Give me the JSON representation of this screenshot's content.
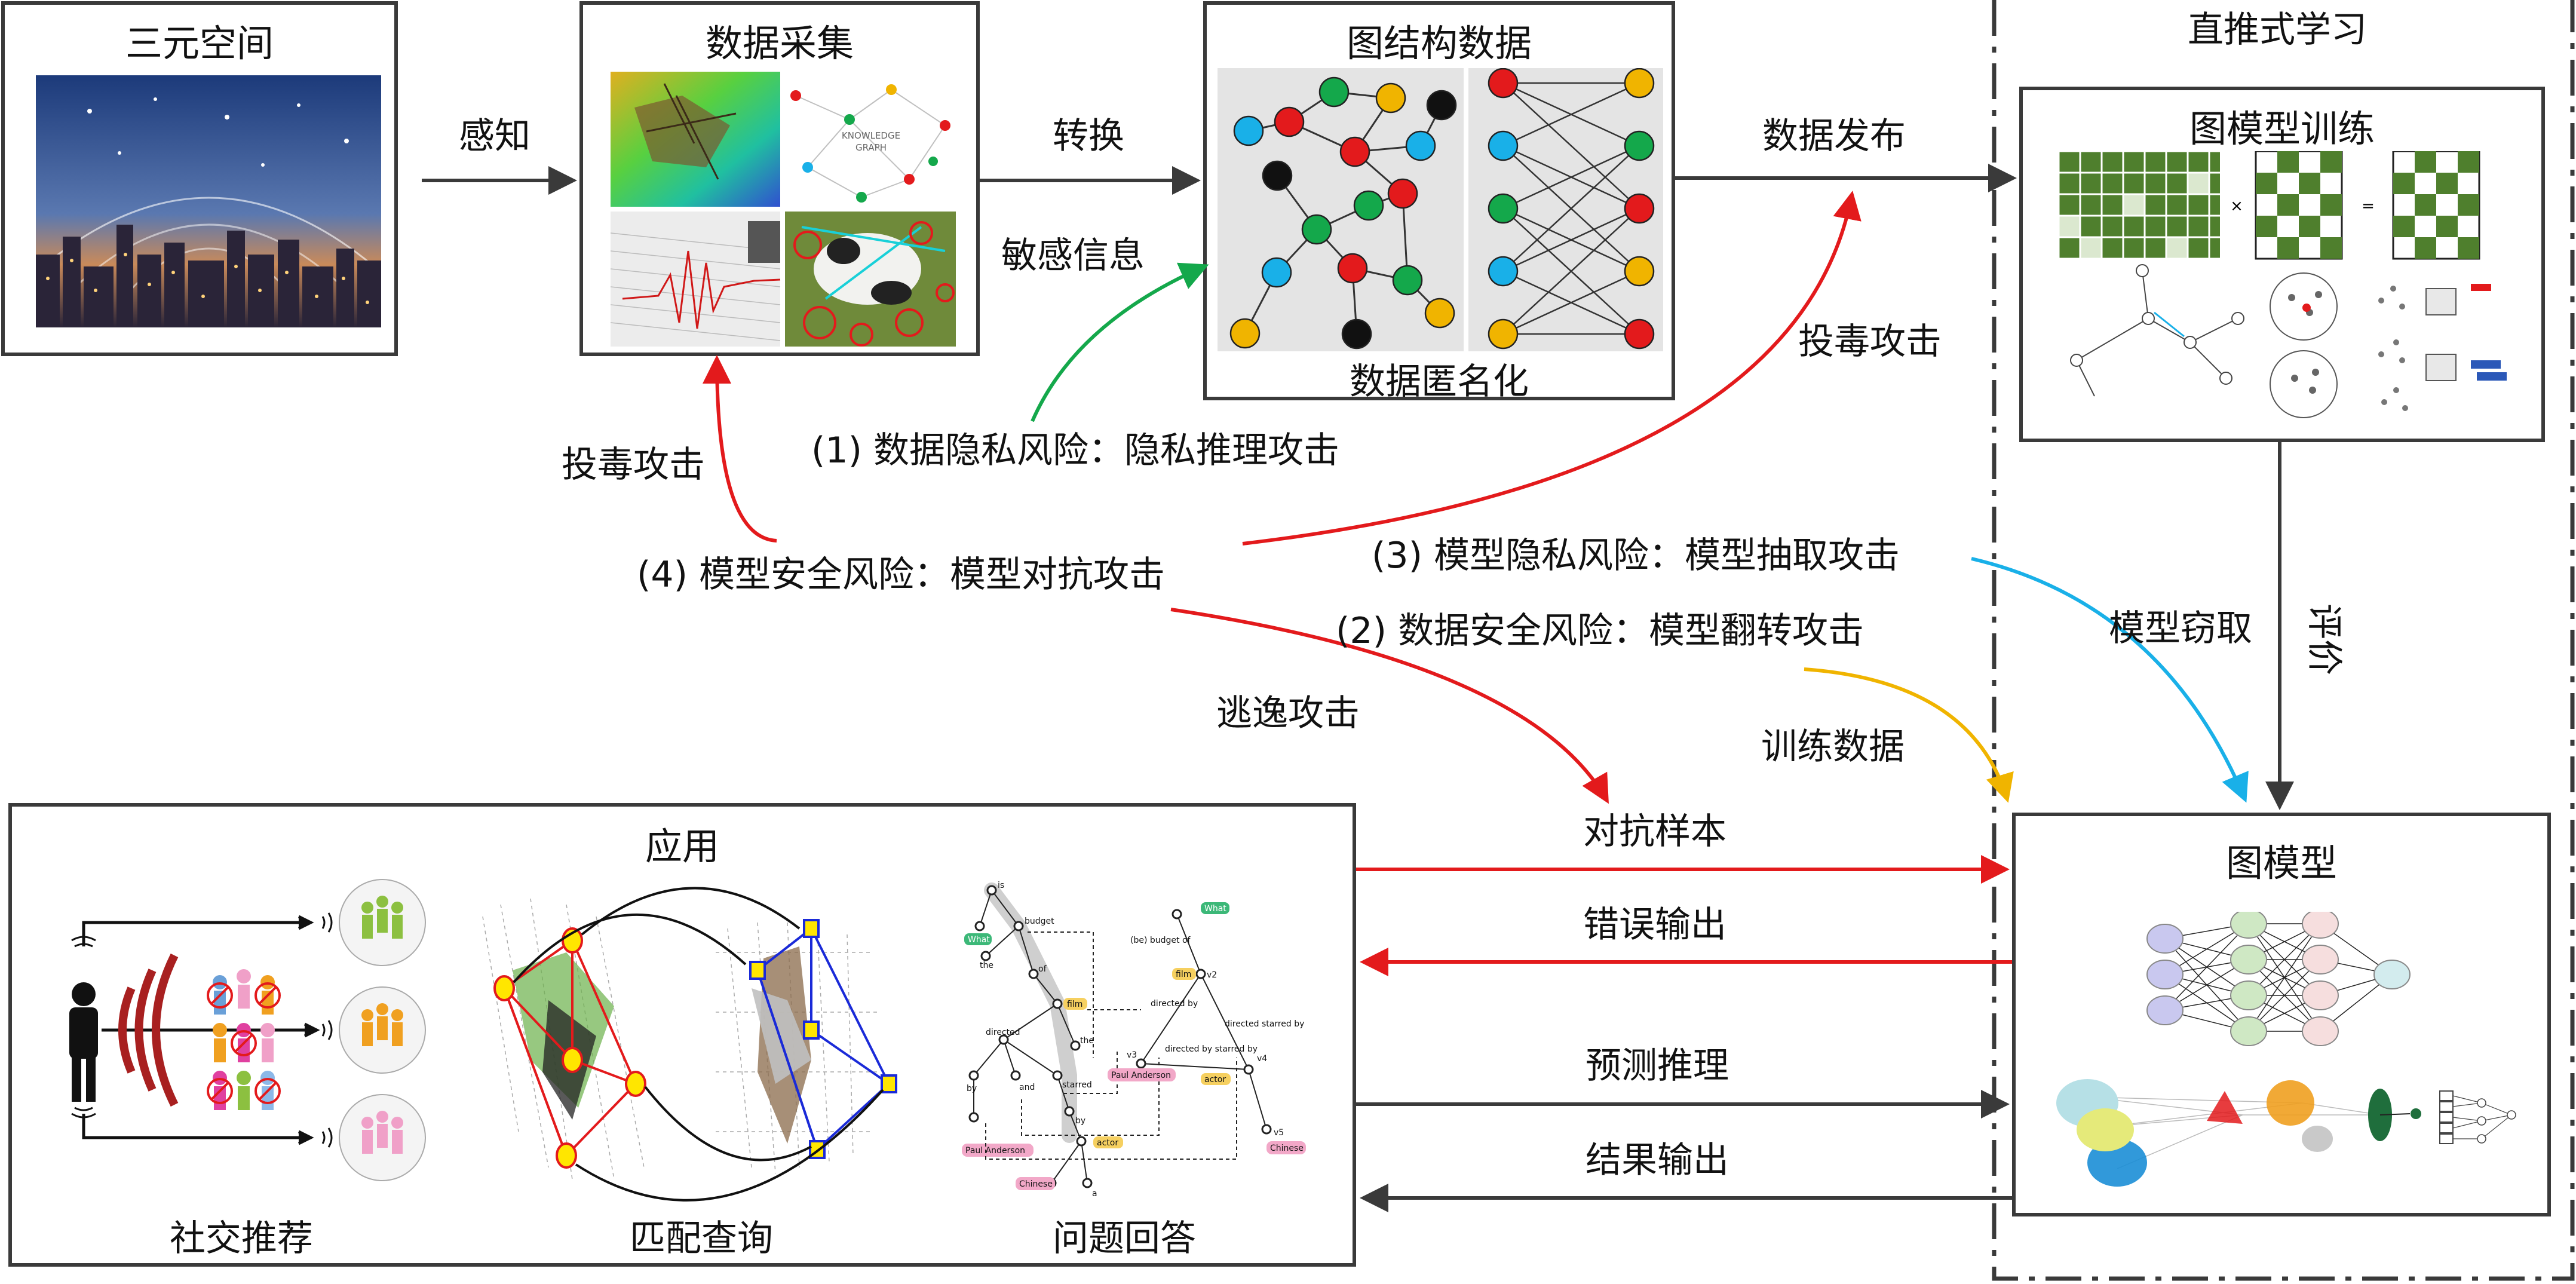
{
  "boxes": {
    "ternary_space": "三元空间",
    "data_collection": "数据采集",
    "graph_data": "图结构数据",
    "anonymization": "数据匿名化",
    "transductive": "直推式学习",
    "graph_training": "图模型训练",
    "graph_model": "图模型",
    "application": "应用"
  },
  "applications": {
    "social": "社交推荐",
    "matching": "匹配查询",
    "qa": "问题回答"
  },
  "arrows": {
    "perceive": "感知",
    "convert": "转换",
    "sensitive": "敏感信息",
    "publish": "数据发布",
    "poison_right": "投毒攻击",
    "poison_left": "投毒攻击",
    "evasion": "逃逸攻击",
    "steal": "模型窃取",
    "evaluate": "评价",
    "train_data": "训练数据",
    "adversarial": "对抗样本",
    "wrong_out": "错误输出",
    "predict": "预测推理",
    "result_out": "结果输出"
  },
  "risks": {
    "r1": "(1) 数据隐私风险：隐私推理攻击",
    "r2": "(2) 数据安全风险：模型翻转攻击",
    "r3": "(3) 模型隐私风险：模型抽取攻击",
    "r4": "(4) 模型安全风险：模型对抗攻击"
  },
  "knowledge_graph_tile": [
    "KNOWLEDGE",
    "GRAPH"
  ],
  "qa_tree": {
    "nodes": [
      "is",
      "budget",
      "What",
      "the",
      "of",
      "film",
      "directed",
      "the",
      "by",
      "and",
      "starred",
      "by",
      "actor",
      "Paul Anderson",
      "Chinese",
      "a"
    ],
    "right": [
      "What",
      "(be) budget of",
      "film",
      "v2",
      "directed by",
      "v3",
      "Paul Anderson",
      "directed by starred by",
      "directed starred by",
      "v4",
      "actor",
      "v5",
      "Chinese"
    ]
  },
  "colors": {
    "red": "#e31a1c",
    "green": "#14a84b",
    "blue": "#19b0e8",
    "yellow": "#f0b400",
    "dark": "#3a3a3a",
    "matrix_green": "#4f7f2d"
  }
}
